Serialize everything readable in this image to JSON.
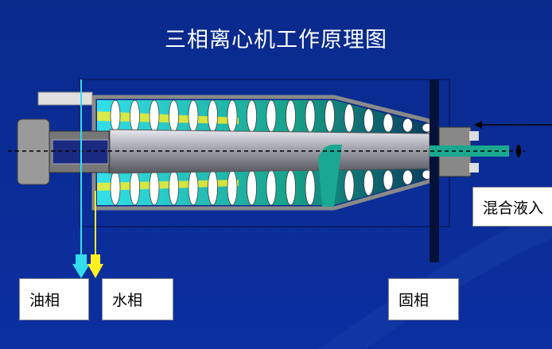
{
  "title": "三相离心机工作原理图",
  "labels": {
    "oil": "油相",
    "water": "水相",
    "solid": "固相",
    "feed": "混合液入"
  },
  "colors": {
    "background": "#0a2a8c",
    "oil": "#33ddee",
    "water": "#ffee22",
    "liquid": "#1aa890",
    "metal": "#9a9a9a"
  },
  "flight_count": 17
}
